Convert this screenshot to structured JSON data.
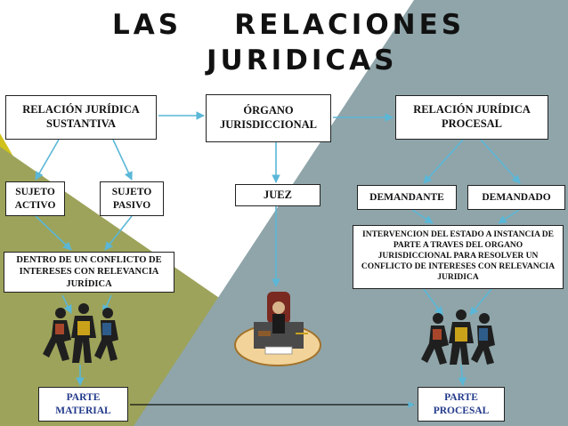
{
  "title": {
    "line1": "LAS    RELACIONES",
    "line2": "JURIDICAS"
  },
  "colors": {
    "olive": "#9da35a",
    "yellow": "#cfc11a",
    "slate": "#8fa5aa",
    "arrow": "#5ab7d7",
    "ink": "#223a8a"
  },
  "boxes": {
    "sustantiva": "RELACIÓN  JURÍDICA SUSTANTIVA",
    "organo": "ÓRGANO JURISDICCIONAL",
    "procesal": "RELACIÓN  JURÍDICA PROCESAL",
    "sujeto_activo": "SUJETO ACTIVO",
    "sujeto_pasivo": "SUJETO PASIVO",
    "juez": "JUEZ",
    "demandante": "DEMANDANTE",
    "demandado": "DEMANDADO",
    "conflicto": "DENTRO DE UN CONFLICTO DE INTERESES CON RELEVANCIA JURÍDICA",
    "intervencion": "INTERVENCION DEL  ESTADO A INSTANCIA DE PARTE A TRAVES  DEL ORGANO JURISDICCIONAL PARA RESOLVER UN CONFLICTO DE INTERESES CON RELEVANCIA JURIDICA",
    "parte_material": "PARTE MATERIAL",
    "parte_procesal": "PARTE PROCESAL"
  }
}
